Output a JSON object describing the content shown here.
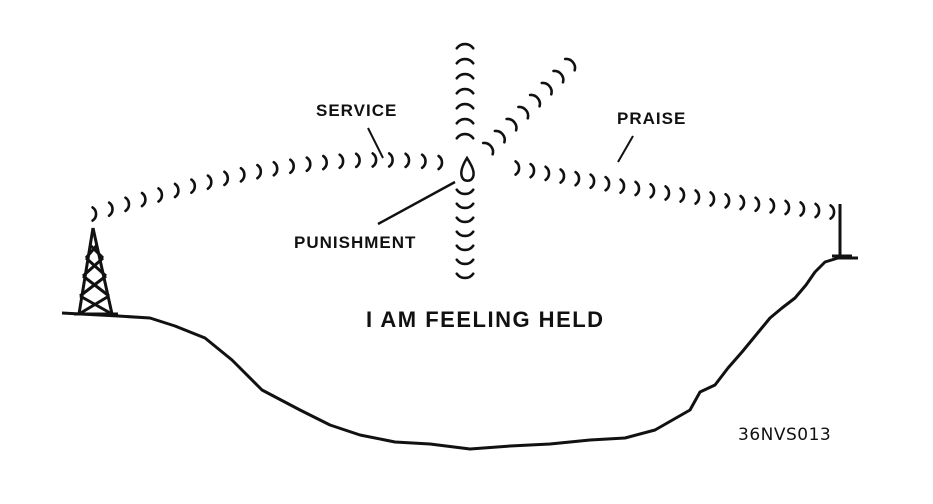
{
  "labels": {
    "service": "SERVICE",
    "praise": "PRAISE",
    "punishment": "PUNISHMENT",
    "caption": "I AM FEELING HELD",
    "figure_code": "36NVS013"
  },
  "colors": {
    "ink": "#111111",
    "background": "#ffffff"
  }
}
